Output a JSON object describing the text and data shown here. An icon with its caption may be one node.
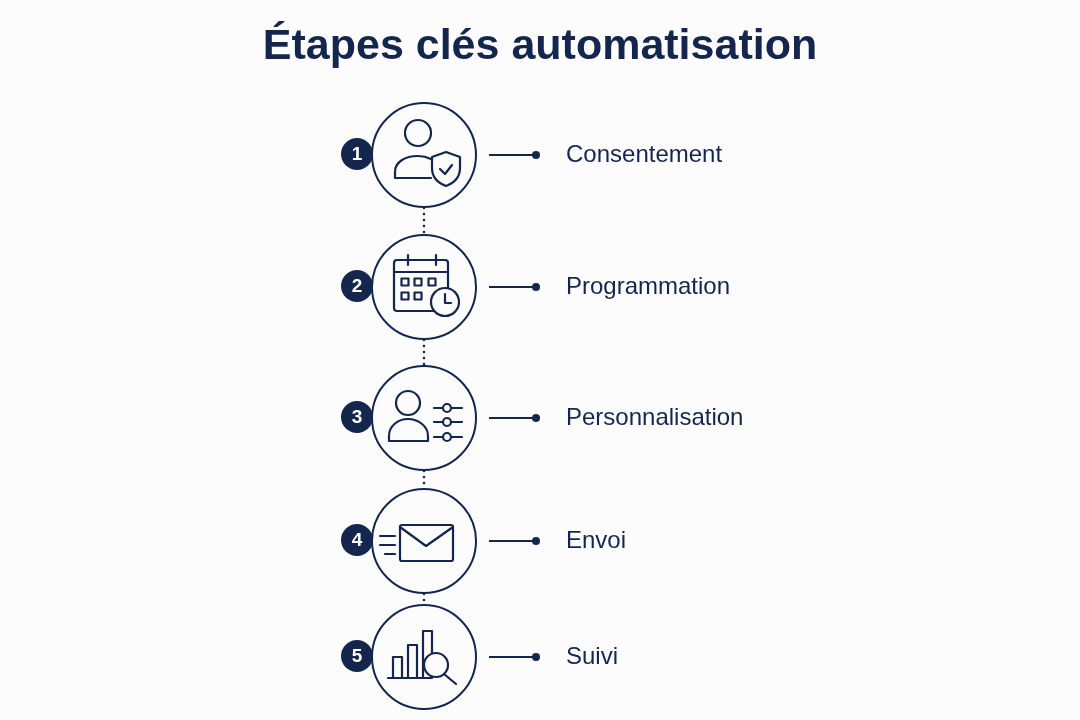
{
  "diagram": {
    "title": "Étapes clés automatisation",
    "nodes": [
      {
        "text": [
          "1"
        ]
      },
      {
        "text": [],
        "shape": "circle"
      },
      {
        "text": [
          "Consentement"
        ]
      },
      {
        "text": [
          "2"
        ]
      },
      {
        "text": [],
        "shape": "circle"
      },
      {
        "text": [
          "Programmation"
        ]
      },
      {
        "text": [
          "3"
        ]
      },
      {
        "text": [],
        "shape": "circle"
      },
      {
        "text": [
          "Personnalisation"
        ]
      },
      {
        "text": [
          "4"
        ]
      },
      {
        "text": [],
        "shape": "circle"
      },
      {
        "text": [
          "Envoi"
        ]
      },
      {
        "text": [
          "5"
        ]
      },
      {
        "text": [],
        "shape": "circle"
      },
      {
        "text": [
          "Suivi"
        ]
      }
    ],
    "edges": [
      {
        "from": 1,
        "to": 2,
        "arrow": "other"
      },
      {
        "from": 4,
        "to": 5,
        "arrow": "other"
      },
      {
        "from": 7,
        "to": 8,
        "arrow": "other"
      },
      {
        "from": 10,
        "to": 11,
        "arrow": "other"
      },
      {
        "from": 13,
        "to": 14,
        "arrow": "other"
      },
      {
        "from": 1,
        "to": 4,
        "arrow": "none",
        "style": "dashed"
      },
      {
        "from": 4,
        "to": 7,
        "arrow": "none",
        "style": "dashed"
      },
      {
        "from": 7,
        "to": 10,
        "arrow": "none",
        "style": "dashed"
      },
      {
        "from": 10,
        "to": 13,
        "arrow": "none",
        "style": "dashed"
      }
    ]
  }
}
